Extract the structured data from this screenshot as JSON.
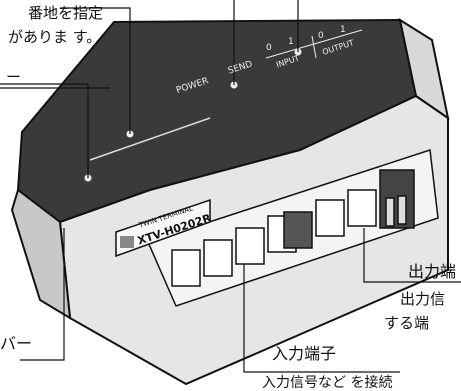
{
  "callouts": {
    "top_left_line1": "番地を指定",
    "top_left_line2": "がありま す。",
    "top_left_bar_label": "ー",
    "output_terminal_title": "出力端",
    "output_terminal_desc1": "出力信",
    "output_terminal_desc2": "する端",
    "input_terminal_title": "入力端子",
    "input_terminal_desc": "入力信号など を接続",
    "cover_label": "バー"
  },
  "device": {
    "panel_labels": {
      "power": "POWER",
      "send": "SEND",
      "input": "INPUT",
      "output": "OUTPUT",
      "input_0": "0",
      "input_1": "1",
      "output_0": "0",
      "output_1": "1"
    },
    "nameplate_small": "TWIN TERMINAL",
    "nameplate_model": "XTV-H0202R"
  },
  "colors": {
    "top_panel": "#3a3a3a",
    "body_face": "#e6e6e6",
    "body_shadow": "#c8c8c8",
    "line": "#111111"
  }
}
